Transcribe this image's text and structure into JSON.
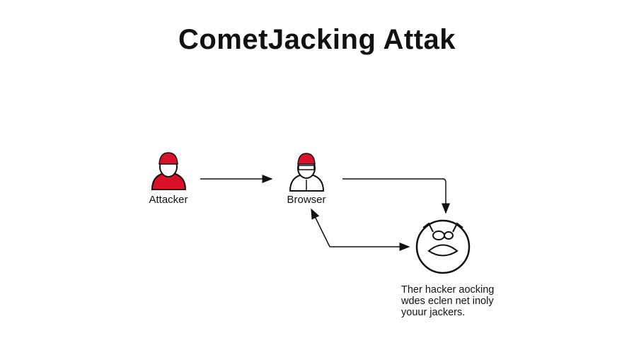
{
  "title": "CometJacking Attak",
  "nodes": {
    "attacker": "Attacker",
    "browser": "Browser"
  },
  "note": [
    "Ther hacker aocking",
    "wdes eclen net inoly",
    "youur jackers."
  ],
  "colors": {
    "accent": "#d9112a",
    "ink": "#111111"
  }
}
